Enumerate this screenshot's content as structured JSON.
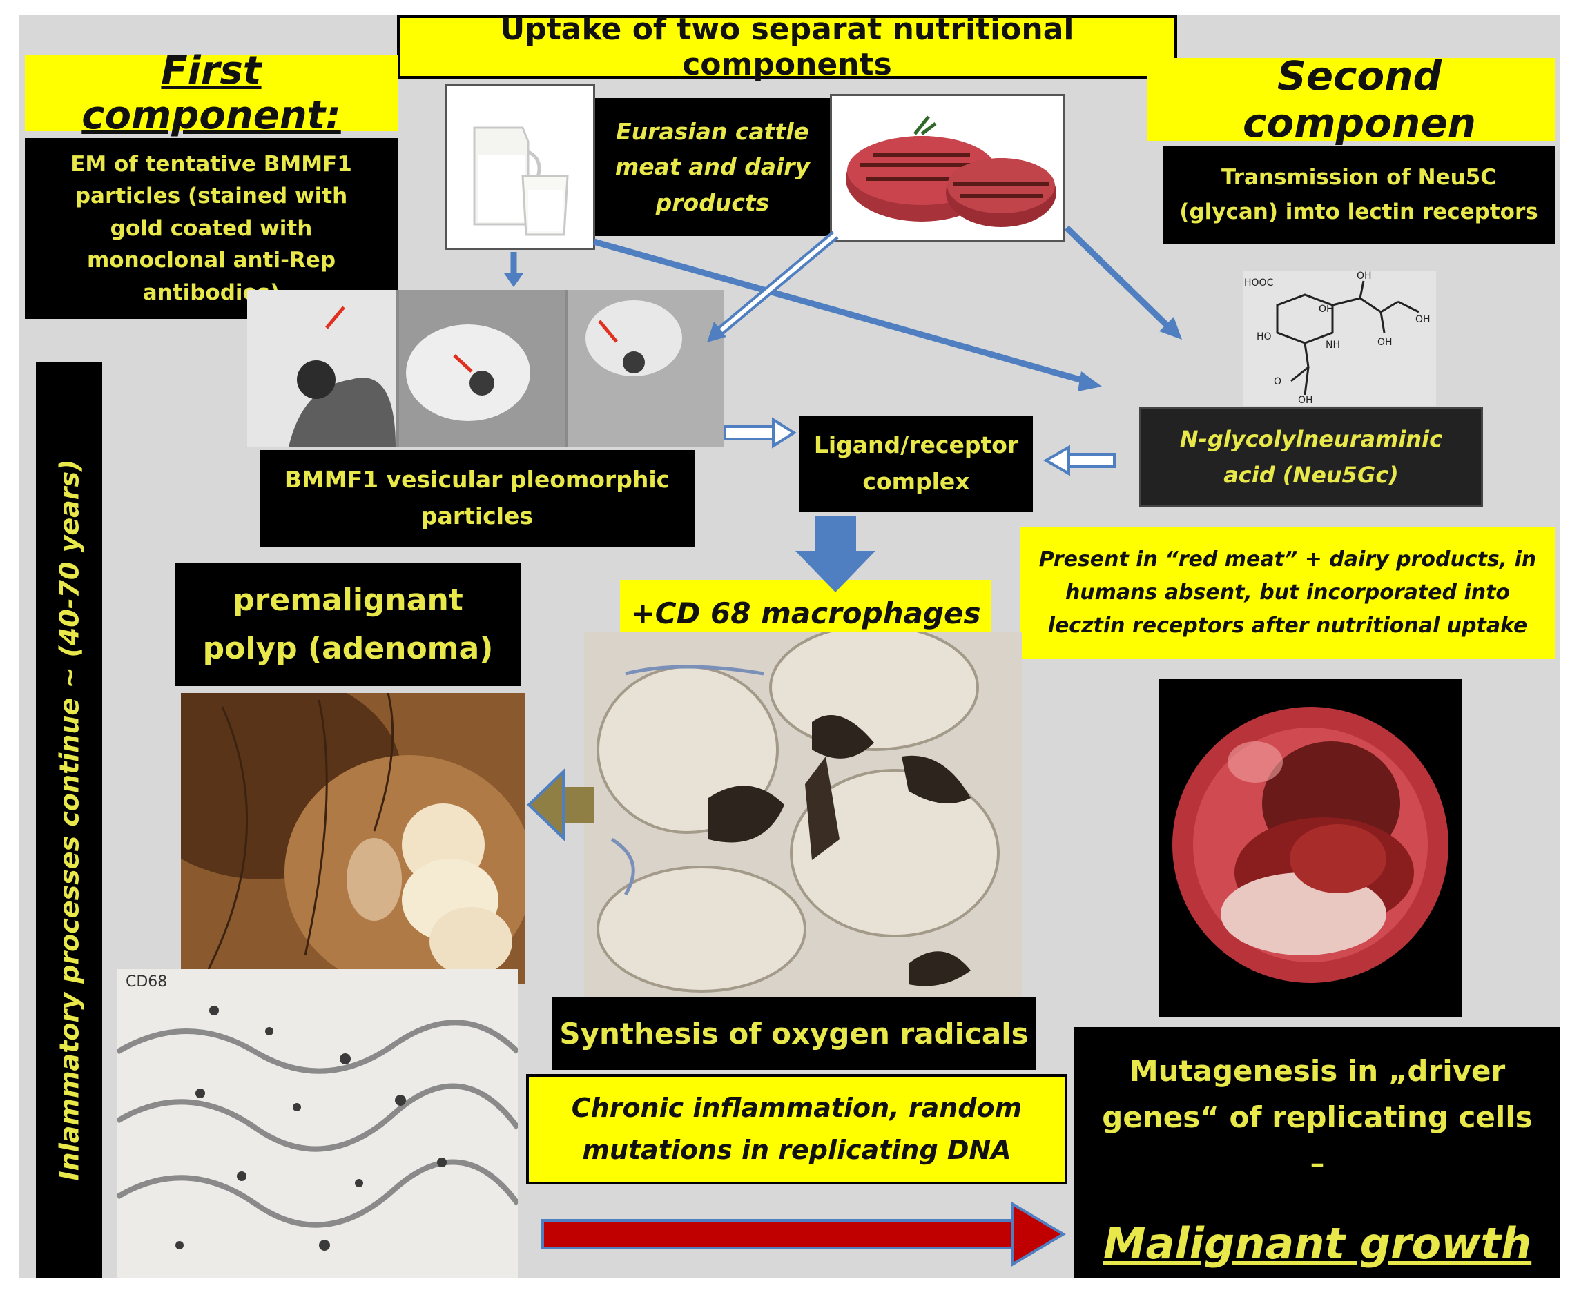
{
  "title": "Uptake of two separat nutritional components",
  "first_component": "First component:",
  "second_component": "Second componen",
  "em_caption": "EM of tentative BMMF1 particles (stained with gold coated with monoclonal anti-Rep antibodies)",
  "cattle_label": "Eurasian cattle meat and dairy products",
  "transmission_label": "Transmission of Neu5C (glycan) imto lectin receptors",
  "molecule_labels": [
    "HOOC",
    "OH",
    "OH",
    "OH",
    "HO",
    "NH",
    "O",
    "OH",
    "OH"
  ],
  "bmmf1_label": "BMMF1 vesicular pleomorphic particles",
  "ligand_label": "Ligand/receptor complex",
  "neu5gc_label": "N-glycolylneuraminic acid (Neu5Gc)",
  "present_label": "Present in “red meat” + dairy products, in humans absent, but incorporated into lecztin receptors after nutritional uptake",
  "macrophages_label": "+CD 68 macrophages",
  "polyp_label": "premalignant polyp (adenoma)",
  "vertical_label": "Inlammatory processes continue  ~ (40-70 years)",
  "cd68_label": "CD68",
  "oxygen_label": "Synthesis of oxygen radicals",
  "chronic_label": "Chronic inflammation, random mutations in replicating DNA",
  "mutagenesis_label": "Mutagenesis in „driver genes“ of replicating cells –",
  "malignant_label": "Malignant growth",
  "colors": {
    "panel": "#d8d8d8",
    "black_box_text": "#e8e84a",
    "highlight": "#ffff00",
    "blue_arrow": "#4f7fc0",
    "red_arrow": "#c00000",
    "olive_arrow": "#8f7f45"
  },
  "icons": [
    "milk-jugs-image",
    "steak-image",
    "em-micrograph-image",
    "molecule-structure",
    "histology-image",
    "endoscopy-polyp-image",
    "tumor-endoscopy-image"
  ]
}
